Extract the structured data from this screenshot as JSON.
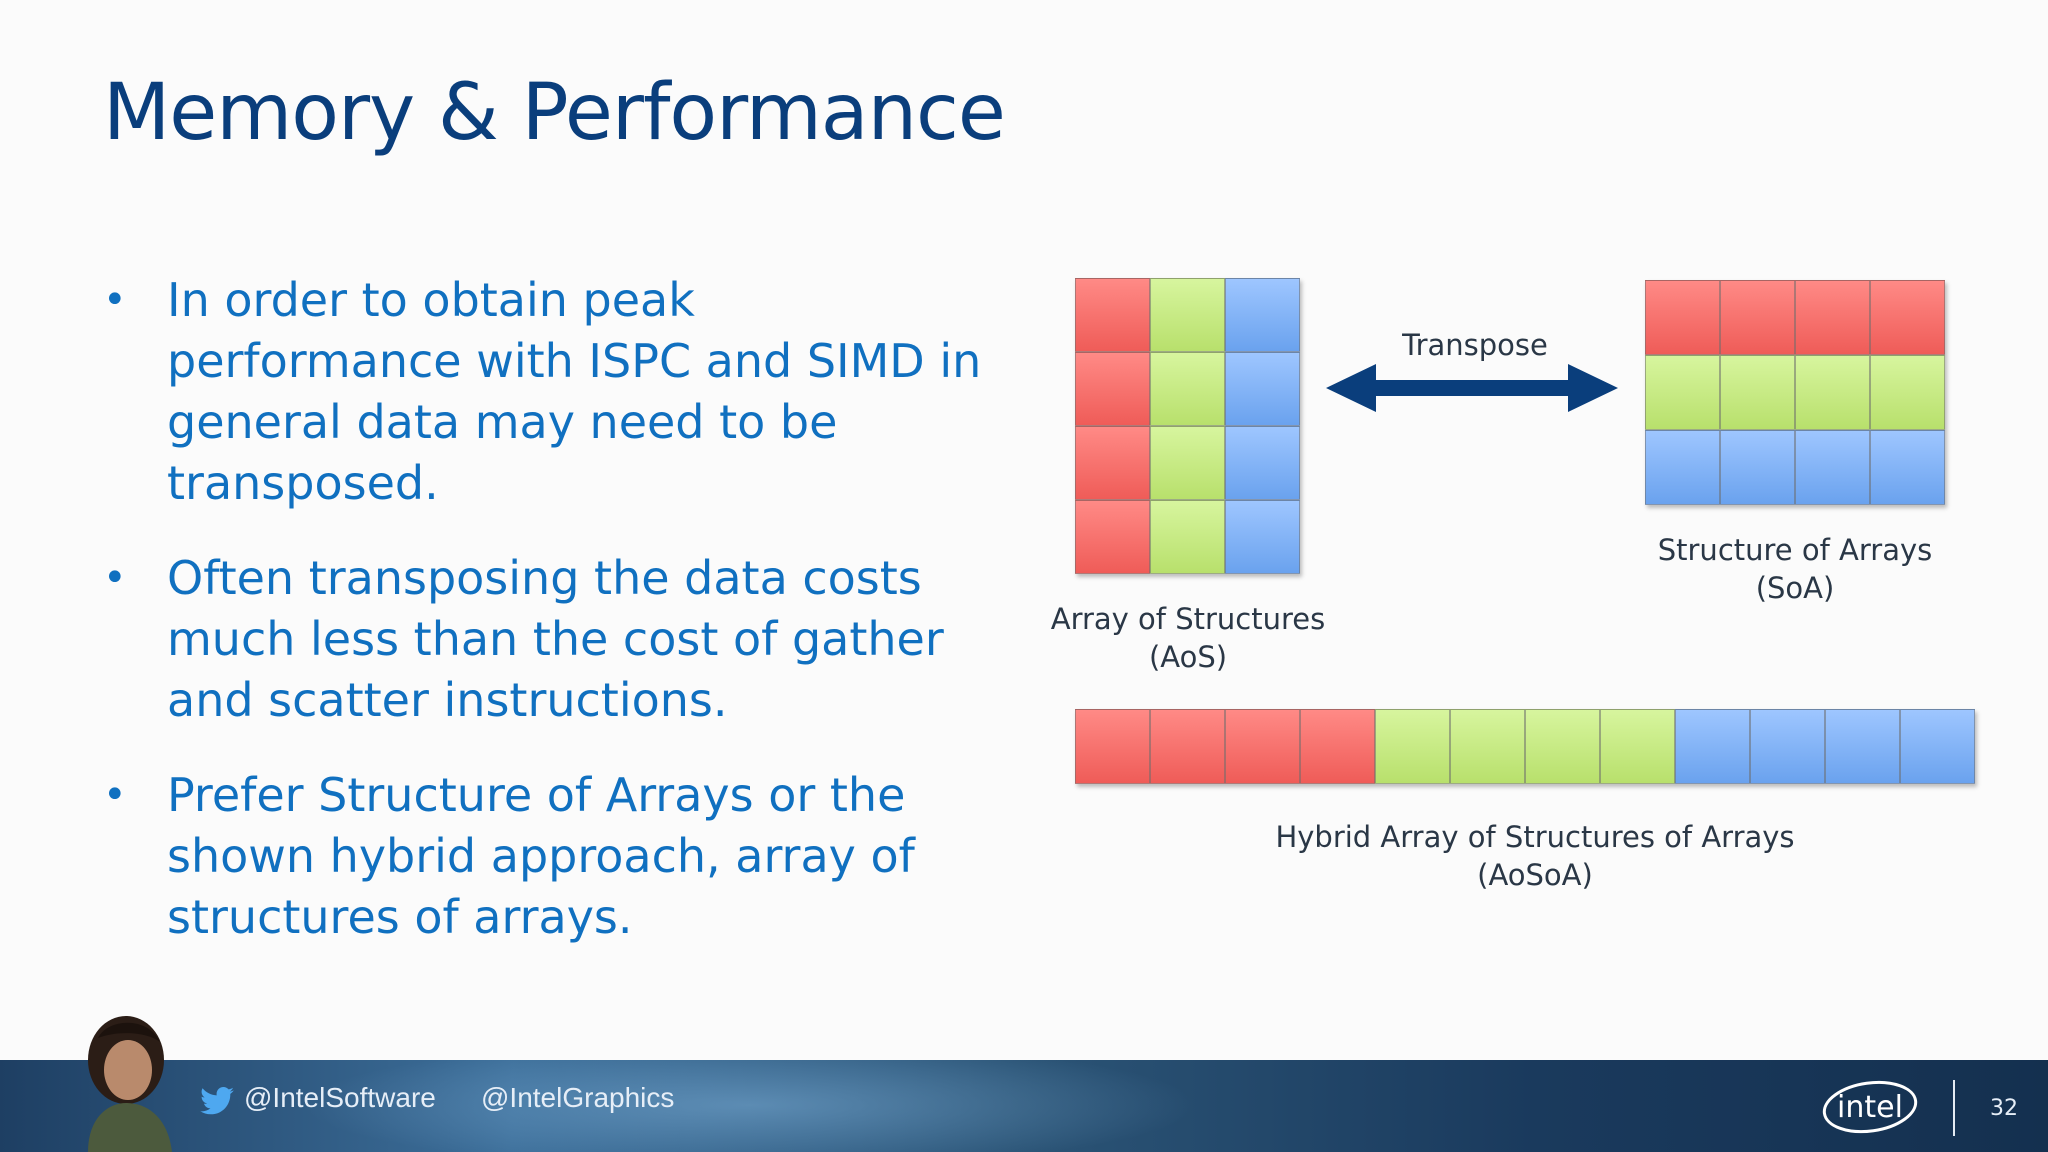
{
  "slide": {
    "title": "Memory & Performance",
    "bullets": [
      "In order to obtain peak performance with ISPC and SIMD in general data may need to be transposed.",
      "Often transposing the data costs much less than the cost of gather and scatter instructions.",
      "Prefer Structure of Arrays or the shown hybrid approach, array of structures of arrays."
    ],
    "bullet_symbol": "•"
  },
  "diagram": {
    "transpose_label": "Transpose",
    "aos": {
      "caption_line1": "Array of Structures",
      "caption_line2": "(AoS)",
      "rows": [
        [
          "red",
          "green",
          "blue"
        ],
        [
          "red",
          "green",
          "blue"
        ],
        [
          "red",
          "green",
          "blue"
        ],
        [
          "red",
          "green",
          "blue"
        ]
      ]
    },
    "soa": {
      "caption_line1": "Structure of Arrays",
      "caption_line2": "(SoA)",
      "rows": [
        [
          "red",
          "red",
          "red",
          "red"
        ],
        [
          "green",
          "green",
          "green",
          "green"
        ],
        [
          "blue",
          "blue",
          "blue",
          "blue"
        ]
      ]
    },
    "aosoa": {
      "caption_line1": "Hybrid Array of Structures of Arrays",
      "caption_line2": "(AoSoA)",
      "cells": [
        "red",
        "red",
        "red",
        "red",
        "green",
        "green",
        "green",
        "green",
        "blue",
        "blue",
        "blue",
        "blue"
      ]
    },
    "colors": {
      "red": "#f26d69",
      "green": "#c7eb85",
      "blue": "#82b4f7",
      "arrow": "#0a3e7c"
    }
  },
  "footer": {
    "handle_1": "@IntelSoftware",
    "handle_2": "@IntelGraphics",
    "logo_text": "intel",
    "page_number": "32",
    "icons": [
      "twitter-icon",
      "intel-logo"
    ]
  }
}
